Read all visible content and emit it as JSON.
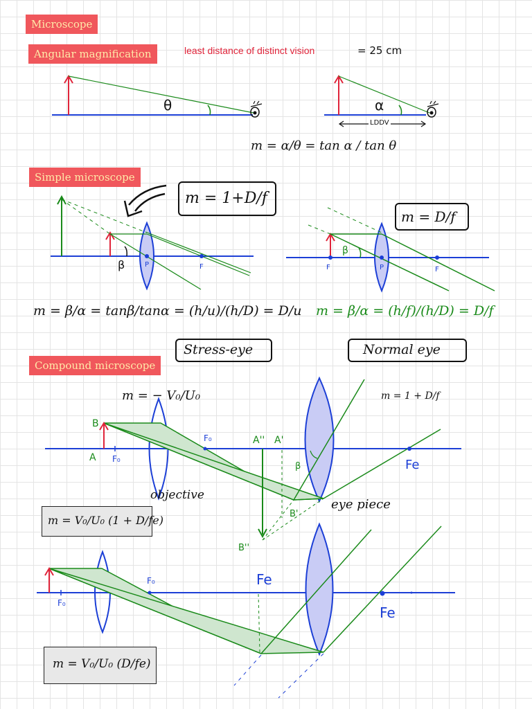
{
  "headings": {
    "microscope": "Microscope",
    "angular": "Angular magnification",
    "simple": "Simple microscope",
    "compound": "Compound microscope"
  },
  "notes": {
    "ldv_label": "least distance of distinct vision",
    "ldv_value": "= 25 cm",
    "theta": "θ",
    "alpha": "α",
    "lddv": "LDDV",
    "angular_formula": "m = α/θ = tan α / tan θ"
  },
  "simple": {
    "box_left": "m = 1+D/f",
    "box_right": "m = D/f",
    "beta": "β",
    "p": "P",
    "f": "F",
    "formula_left": "m = β/α = tanβ/tanα = (h/u)/(h/D) = D/u",
    "formula_right": "m = β/α = (h/f)/(h/D) = D/f",
    "stress_eye": "Stress-eye",
    "normal_eye": "Normal eye"
  },
  "compound": {
    "m_top": "m = − V₀/U₀",
    "m_right": "m = 1 + D/f",
    "B": "B",
    "A": "A",
    "Fo": "F₀",
    "A2": "A''",
    "A1": "A'",
    "B2": "B''",
    "B1": "B'",
    "beta": "β",
    "Fe": "Fe",
    "objective": "objective",
    "eyepiece": "eye piece",
    "formula_1": "m = V₀/U₀ (1 + D/fe)",
    "formula_2": "m = V₀/U₀ (D/fe)"
  },
  "colors": {
    "tag_bg": "#f0575c",
    "tag_text": "#ffe9a8",
    "axis": "#1c3fd6",
    "ray": "#1a8a1a",
    "object": "#e0243a",
    "lens_fill": "#c9ccf5"
  }
}
